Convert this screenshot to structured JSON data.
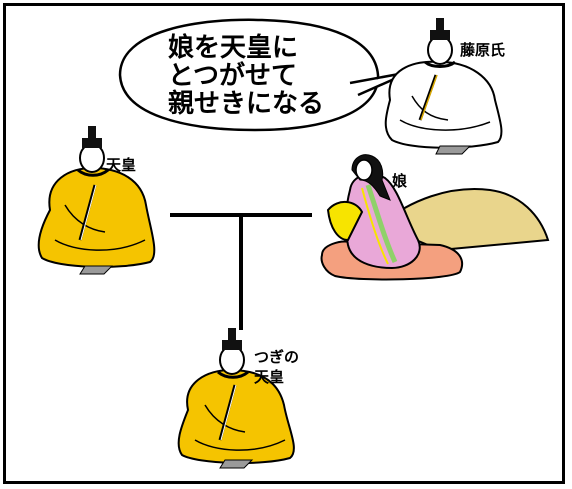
{
  "speech": {
    "lines": [
      "娘を天皇に",
      "とつがせて",
      "親せきになる"
    ]
  },
  "labels": {
    "fujiwara": "藤原氏",
    "emperor": "天皇",
    "daughter": "娘",
    "next_line1": "つぎの",
    "next_line2": "天皇"
  },
  "colors": {
    "robe_white": "#ffffff",
    "robe_yellow": "#f5c400",
    "robe_yellow_dark": "#d9a800",
    "kimono_pink": "#e9a8d8",
    "kimono_inner": "#8fd16a",
    "fan": "#f7e400",
    "cloth_sand": "#e9d58c",
    "cushion": "#f4a07f",
    "hat": "#111111",
    "skin": "#ffffff",
    "shoe": "#9a9a9a"
  }
}
